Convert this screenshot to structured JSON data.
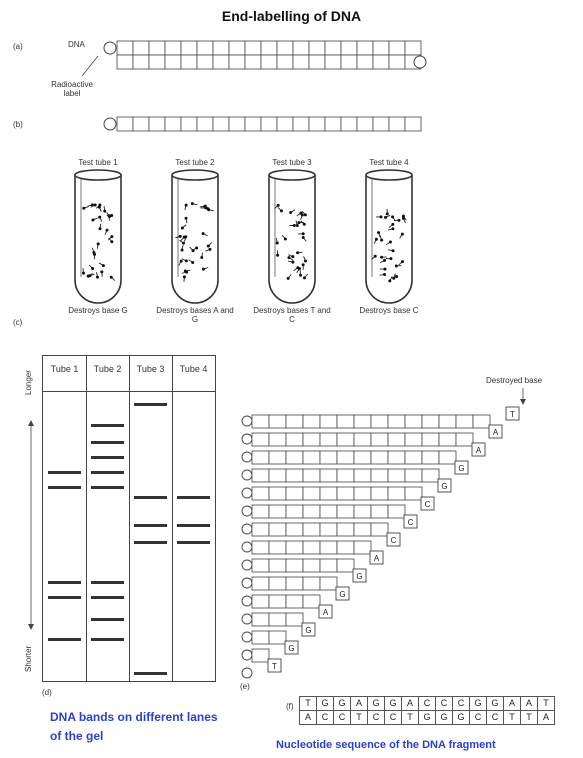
{
  "title": "End-labelling of DNA",
  "panel_labels": {
    "a": "(a)",
    "b": "(b)",
    "c": "(c)",
    "d": "(d)",
    "e": "(e)",
    "f": "(f)"
  },
  "dna_label": "DNA",
  "radioactive_label": "Radioactive label",
  "test_tubes": [
    {
      "title": "Test tube 1",
      "caption": "Destroys base G"
    },
    {
      "title": "Test tube 2",
      "caption": "Destroys bases A and G"
    },
    {
      "title": "Test tube 3",
      "caption": "Destroys bases T and C"
    },
    {
      "title": "Test tube 4",
      "caption": "Destroys base C"
    }
  ],
  "gel": {
    "tube_headers": [
      "Tube 1",
      "Tube 2",
      "Tube 3",
      "Tube 4"
    ],
    "axis_longer": "Longer",
    "axis_shorter": "Shorter"
  },
  "destroyed_base_label": "Destroyed base",
  "fragment_bases": [
    "T",
    "A",
    "A",
    "G",
    "G",
    "C",
    "C",
    "C",
    "A",
    "G",
    "G",
    "A",
    "G",
    "G",
    "T"
  ],
  "sequence": {
    "top": [
      "T",
      "G",
      "G",
      "A",
      "G",
      "G",
      "A",
      "C",
      "C",
      "C",
      "G",
      "G",
      "A",
      "A",
      "T"
    ],
    "bottom": [
      "A",
      "C",
      "C",
      "T",
      "C",
      "C",
      "T",
      "G",
      "G",
      "G",
      "C",
      "C",
      "T",
      "T",
      "A"
    ]
  },
  "captions": {
    "gel": "DNA bands on different lanes of the gel",
    "sequence": "Nucleotide sequence of the DNA fragment"
  }
}
